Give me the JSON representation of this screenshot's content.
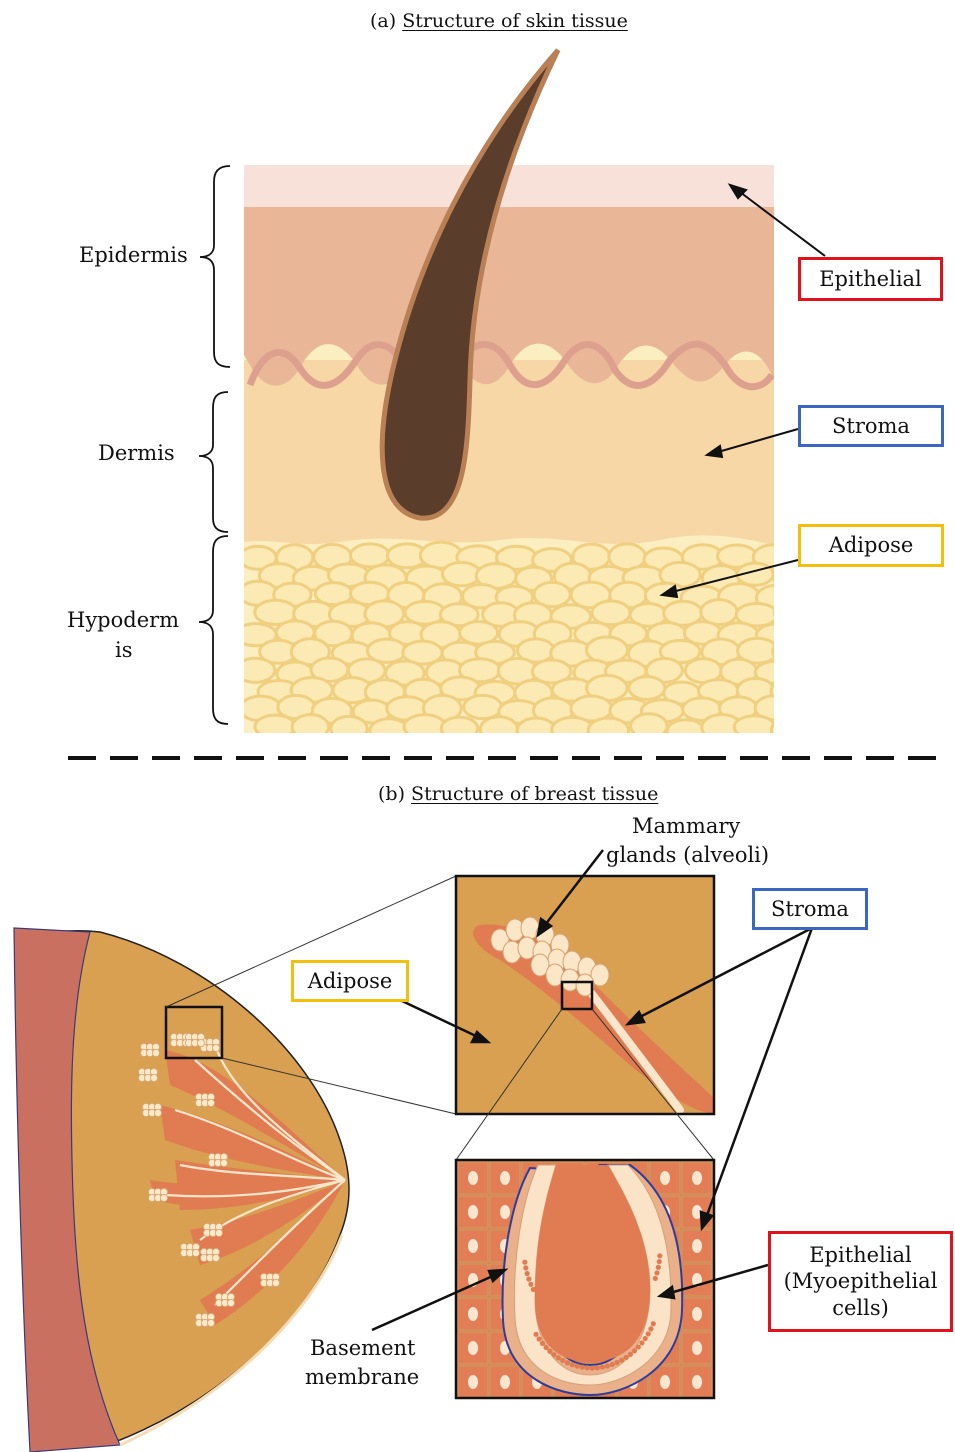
{
  "panel_a": {
    "caption_prefix": "(a)",
    "caption_title": "Structure of skin tissue",
    "layers": {
      "epidermis": "Epidermis",
      "dermis": "Dermis",
      "hypodermis_line1": "Hypoderm",
      "hypodermis_line2": "is"
    },
    "boxes": {
      "epithelial": "Epithelial",
      "stroma": "Stroma",
      "adipose": "Adipose"
    }
  },
  "panel_b": {
    "caption_prefix": "(b)",
    "caption_title": "Structure of breast tissue",
    "mammary_line1": "Mammary",
    "mammary_line2": "glands (alveoli)",
    "boxes": {
      "stroma": "Stroma",
      "adipose": "Adipose",
      "epithelial_line1": "Epithelial",
      "epithelial_line2": "(Myoepithelial",
      "epithelial_line3": "cells)"
    },
    "basement_line1": "Basement",
    "basement_line2": "membrane"
  },
  "colors": {
    "epithelial_border": "#e0121a",
    "stroma_border": "#3a68c0",
    "adipose_border": "#f2bf0c",
    "epidermis_top": "#f7e1d8",
    "epidermis": "#e9b698",
    "dermis": "#f7d7a6",
    "fat": "#fbeec0",
    "hair": "#5a3d2b",
    "breast_fat": "#d8a050",
    "breast_stroma": "#e07b52",
    "chest_wall": "#c97060"
  }
}
